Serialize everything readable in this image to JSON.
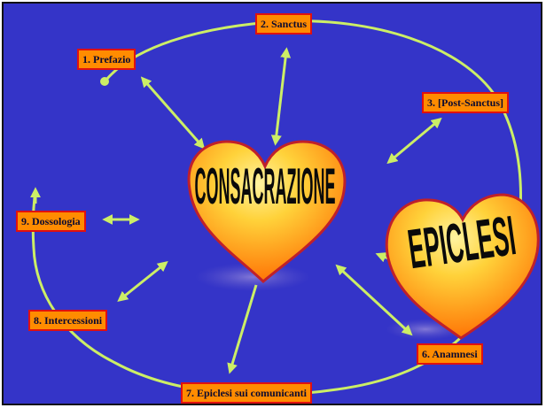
{
  "colors": {
    "background": "#3434c8",
    "arrow": "#ccee66",
    "box_fill": "#ff8c00",
    "box_border": "#e01010",
    "heart_fill_light": "#ffd23a",
    "heart_fill_dark": "#ff6a00",
    "heart_outline": "#c0202a"
  },
  "hearts": {
    "main": "CONSACRAZIONE",
    "secondary": "EPICLESI"
  },
  "labels": {
    "prefazio": "1. Prefazio",
    "sanctus": "2. Sanctus",
    "post_sanctus": "3. [Post-Sanctus]",
    "anamnesi": "6. Anamnesi",
    "epiclesi_comunicanti": "7. Epiclesi sui comunicanti",
    "intercessioni": "8. Intercessioni",
    "dossologia": "9. Dossologia"
  }
}
